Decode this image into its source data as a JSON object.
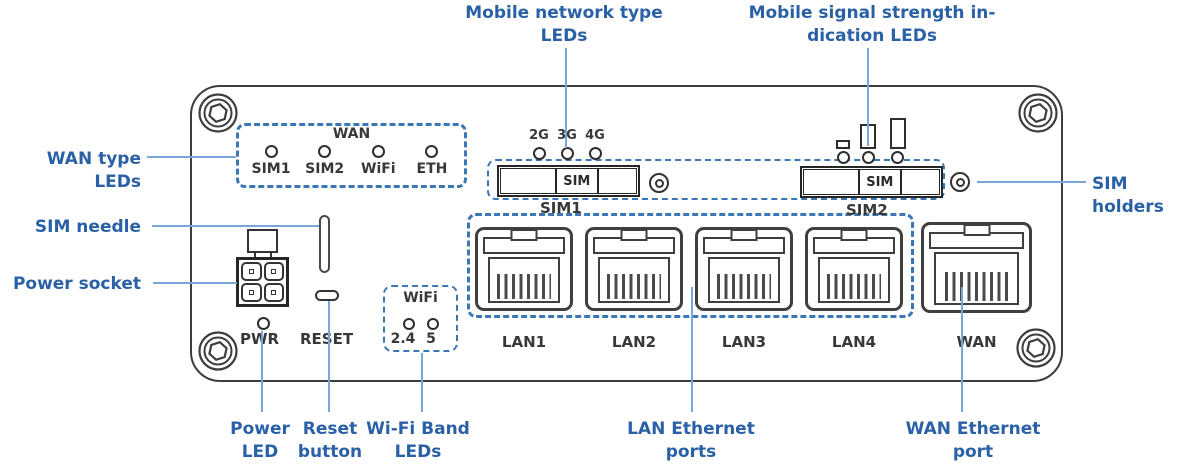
{
  "colors": {
    "callout_blue": "#2a60a6",
    "dashed_blue": "#3c77b5",
    "leader_blue": "#7aa7d7",
    "outline_dark": "#3d3d3d"
  },
  "callouts": {
    "mobile_network_leds": {
      "line1": "Mobile network type",
      "line2": "LEDs"
    },
    "mobile_signal_leds": {
      "line1": "Mobile signal strength in-",
      "line2": "dication LEDs"
    },
    "wan_type_leds": "WAN type LEDs",
    "sim_needle": "SIM needle",
    "power_socket": "Power socket",
    "sim_holders": "SIM holders",
    "power_led": {
      "line1": "Power",
      "line2": "LED"
    },
    "reset_button": {
      "line1": "Reset",
      "line2": "button"
    },
    "wifi_band_leds": {
      "line1": "Wi-Fi Band",
      "line2": "LEDs"
    },
    "lan_ethernet_ports": {
      "line1": "LAN Ethernet",
      "line2": "ports"
    },
    "wan_ethernet_port": {
      "line1": "WAN Ethernet",
      "line2": "port"
    }
  },
  "panel": {
    "wan_led_box": {
      "title": "WAN",
      "leds": [
        {
          "label": "SIM1"
        },
        {
          "label": "SIM2"
        },
        {
          "label": "WiFi"
        },
        {
          "label": "ETH"
        }
      ]
    },
    "network_type_leds": [
      {
        "label": "2G"
      },
      {
        "label": "3G"
      },
      {
        "label": "4G"
      }
    ],
    "sim1": {
      "holder_text": "SIM",
      "caption": "SIM1"
    },
    "sim2": {
      "holder_text": "SIM",
      "caption": "SIM2"
    },
    "wifi_box": {
      "title": "WiFi",
      "leds": [
        {
          "label": "2.4"
        },
        {
          "label": "5"
        }
      ]
    },
    "pwr_label": "PWR",
    "reset_label": "RESET",
    "ports": [
      {
        "label": "LAN1"
      },
      {
        "label": "LAN2"
      },
      {
        "label": "LAN3"
      },
      {
        "label": "LAN4"
      },
      {
        "label": "WAN"
      }
    ]
  }
}
